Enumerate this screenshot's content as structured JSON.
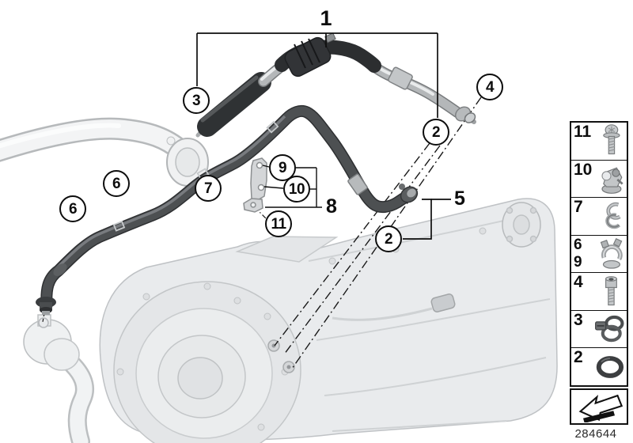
{
  "diagram": {
    "drawing_number": "284644",
    "labels": {
      "l1": "1",
      "l8": "8",
      "l5": "5"
    },
    "callouts": {
      "c3": "3",
      "c4": "4",
      "c2a": "2",
      "c2b": "2",
      "c6a": "6",
      "c6b": "6",
      "c7": "7",
      "c9": "9",
      "c10": "10",
      "c11": "11"
    }
  },
  "legend": {
    "items": [
      {
        "numbers": [
          "11"
        ],
        "icon": "flange-bolt-icon"
      },
      {
        "numbers": [
          "10"
        ],
        "icon": "holder-clip-icon"
      },
      {
        "numbers": [
          "7"
        ],
        "icon": "spring-clip-icon"
      },
      {
        "numbers": [
          "6",
          "9"
        ],
        "icon": "hose-clamp-clip-icon"
      },
      {
        "numbers": [
          "4"
        ],
        "icon": "socket-screw-icon"
      },
      {
        "numbers": [
          "3"
        ],
        "icon": "hose-clamp-icon"
      },
      {
        "numbers": [
          "2"
        ],
        "icon": "o-ring-icon"
      }
    ],
    "arrow_icon": "direction-arrow-icon"
  },
  "colors": {
    "line_black": "#0d0d0d",
    "pipe_dark": "#4d5052",
    "pipe_silver": "#b4b7b9",
    "insulation_black": "#2f3234",
    "ghost_fill": "#e9ebed",
    "ghost_line": "#bfc2c5"
  }
}
